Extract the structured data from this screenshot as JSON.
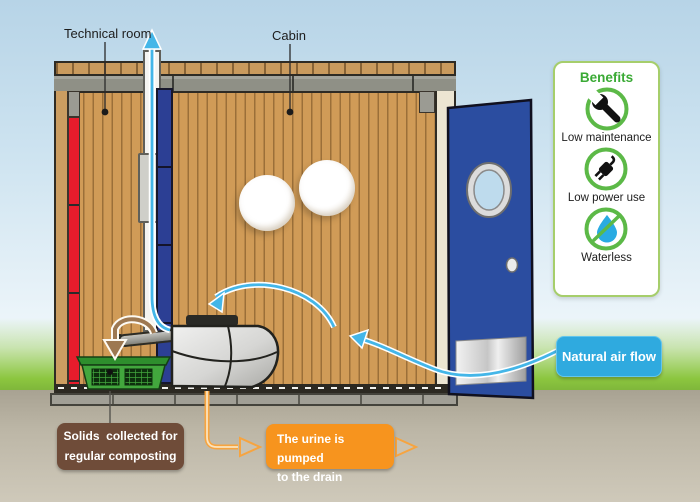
{
  "labels": {
    "technical_room": "Technical room",
    "cabin": "Cabin"
  },
  "benefits_panel": {
    "title": "Benefits",
    "items": [
      {
        "icon": "wrench-icon",
        "label": "Low maintenance"
      },
      {
        "icon": "power-plug-icon",
        "label": "Low power use"
      },
      {
        "icon": "water-drop-crossed-icon",
        "label": "Waterless"
      }
    ]
  },
  "callouts": {
    "natural_air_flow": "Natural air flow",
    "solids_line1": "Solids  collected for",
    "solids_line2": "regular composting",
    "urine_line1": "The urine is pumped",
    "urine_line2": "to the drain"
  },
  "colors": {
    "benefits_green": "#3aaa35",
    "icon_ring_green": "#5cb947",
    "airflow_blue": "#44b6e8",
    "air_label_blue": "#2faadf",
    "urine_orange": "#f7941e",
    "solids_brown": "#6f4c39",
    "door_blue": "#2b4da0",
    "wall_red": "#e71c2c",
    "wood_tan": "#d09b57",
    "basket_green": "#42a73d",
    "water_drop_blue": "#29abe2"
  }
}
